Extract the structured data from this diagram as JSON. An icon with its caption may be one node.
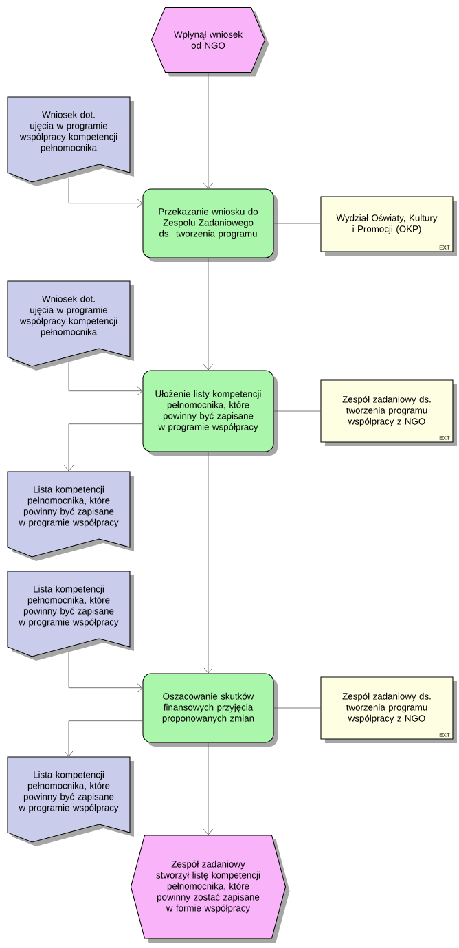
{
  "diagram": {
    "nodes": [
      {
        "text": [
          "Wpłynął wniosek od NGO"
        ]
      },
      {
        "text": [
          "Wniosek dot. ujęcia w programie współpracy kompetencji pełnomocnika"
        ]
      },
      {
        "text": [
          "Przekazanie wniosku do Zespołu Zadaniowego ds. tworzenia programu"
        ]
      },
      {
        "text": [
          "Wydział Oświaty, Kultury i Promocji (OKP)",
          "EXT"
        ]
      },
      {
        "text": [
          "Wniosek dot. ujęcia w programie współpracy kompetencji pełnomocnika"
        ]
      },
      {
        "text": [
          "Ułożenie listy kompetencji pełnomocnika, które powinny być zapisane w programie współpracy"
        ]
      },
      {
        "text": [
          "Zespół zadaniowy ds. tworzenia programu współpracy z NGO",
          "EXT"
        ]
      },
      {
        "text": [
          "Lista kompetencji pełnomocnika, które powinny być zapisane w programie współpracy"
        ]
      },
      {
        "text": [
          "Lista kompetencji pełnomocnika, które powinny być zapisane w programie współpracy"
        ]
      },
      {
        "text": [
          "Oszacowanie skutków finansowych przyjęcia proponowanych zmian"
        ]
      },
      {
        "text": [
          "Zespół zadaniowy ds. tworzenia programu współpracy z NGO",
          "EXT"
        ]
      },
      {
        "text": [
          "Lista kompetencji pełnomocnika, które powinny być zapisane w programie współpracy"
        ]
      },
      {
        "text": [
          "Zespół zadaniowy stworzył listę kompetencji pełnomocnika, które powinny zostać zapisane w formie współpracy"
        ]
      }
    ],
    "edges": [
      {
        "from": 0,
        "to": 2,
        "arrow": "to"
      },
      {
        "from": 1,
        "to": 2,
        "arrow": "to"
      },
      {
        "from": 2,
        "to": 3,
        "arrow": "none"
      },
      {
        "from": 2,
        "to": 5,
        "arrow": "to"
      },
      {
        "from": 4,
        "to": 5,
        "arrow": "to"
      },
      {
        "from": 5,
        "to": 6,
        "arrow": "none"
      },
      {
        "from": 5,
        "to": 7,
        "arrow": "to"
      },
      {
        "from": 5,
        "to": 9,
        "arrow": "to"
      },
      {
        "from": 8,
        "to": 9,
        "arrow": "to"
      },
      {
        "from": 9,
        "to": 10,
        "arrow": "none"
      },
      {
        "from": 9,
        "to": 11,
        "arrow": "to"
      },
      {
        "from": 9,
        "to": 12,
        "arrow": "to"
      }
    ]
  }
}
